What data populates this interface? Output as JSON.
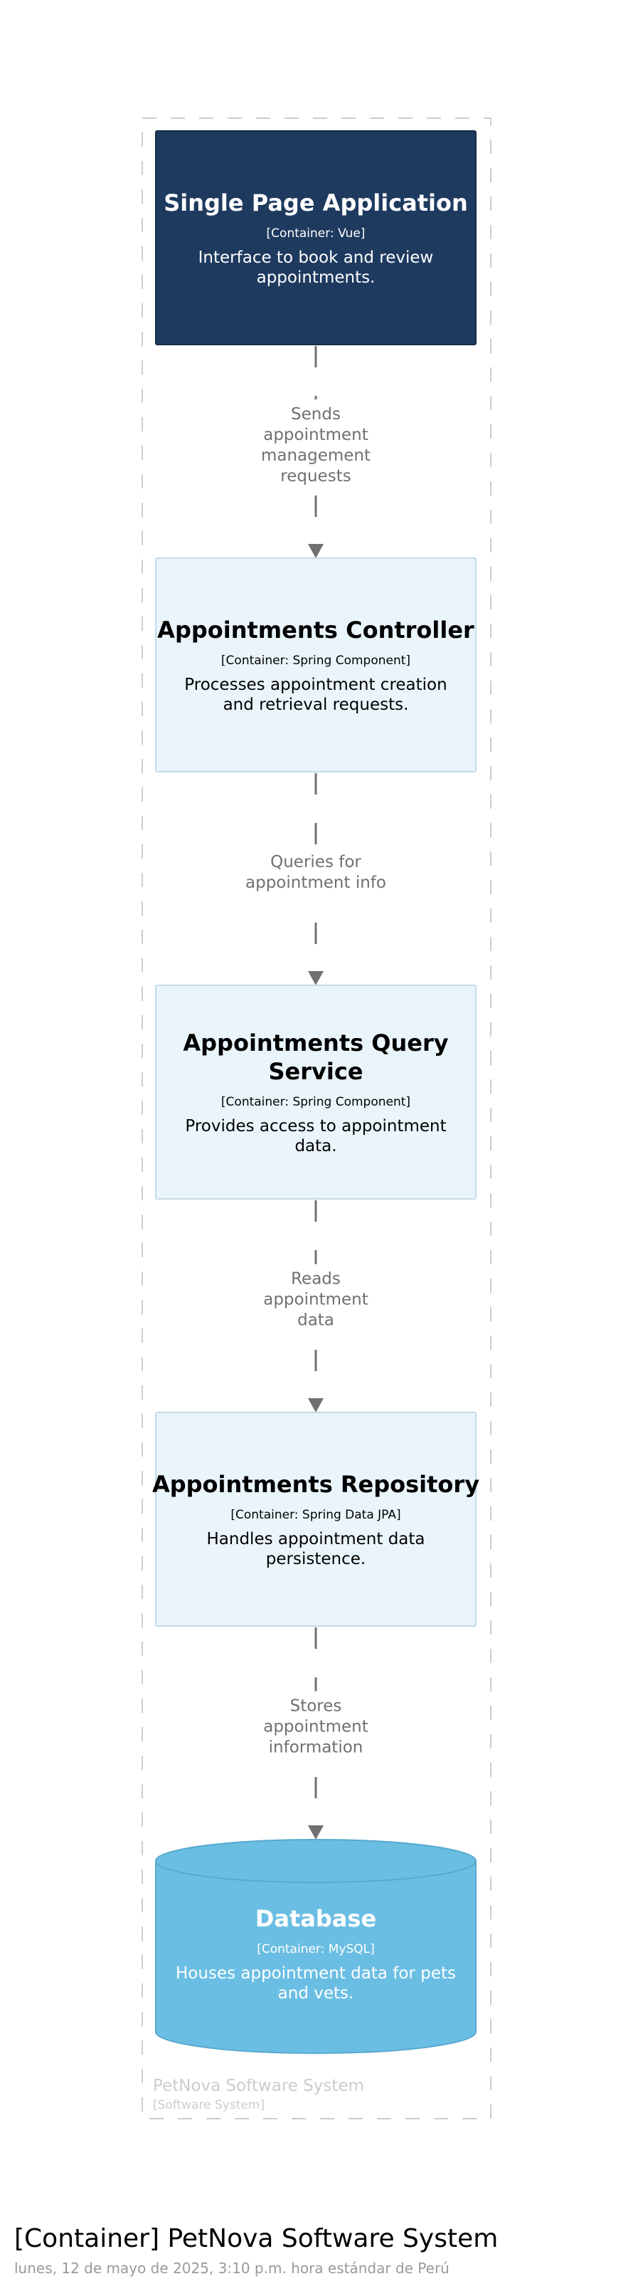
{
  "diagram": {
    "title": "[Container] PetNova Software System",
    "subtitle": "lunes, 12 de mayo de 2025, 3:10 p.m. hora estándar de Perú",
    "boundary": {
      "name": "PetNova Software System",
      "type": "[Software System]",
      "color": "#cccccc"
    },
    "nodes": [
      {
        "id": "spa",
        "title": [
          "Single Page Application"
        ],
        "technology": "[Container: Vue]",
        "description": [
          "Interface to book and review",
          "appointments."
        ],
        "shape": "box",
        "fill": "#1e3a5f",
        "stroke": "#152b45",
        "text_color": "#ffffff"
      },
      {
        "id": "controller",
        "title": [
          "Appointments Controller"
        ],
        "technology": "[Container: Spring Component]",
        "description": [
          "Processes appointment creation",
          "and retrieval requests."
        ],
        "shape": "box",
        "fill": "#eaf5fb",
        "stroke": "#c4dbe8",
        "text_color": "#000000"
      },
      {
        "id": "query-service",
        "title": [
          "Appointments Query",
          "Service"
        ],
        "technology": "[Container: Spring Component]",
        "description": [
          "Provides access to appointment",
          "data."
        ],
        "shape": "box",
        "fill": "#eaf5fb",
        "stroke": "#c4dbe8",
        "text_color": "#000000"
      },
      {
        "id": "repository",
        "title": [
          "Appointments Repository"
        ],
        "technology": "[Container: Spring Data JPA]",
        "description": [
          "Handles appointment data",
          "persistence."
        ],
        "shape": "box",
        "fill": "#eaf5fb",
        "stroke": "#c4dbe8",
        "text_color": "#000000"
      },
      {
        "id": "database",
        "title": [
          "Database"
        ],
        "technology": "[Container: MySQL]",
        "description": [
          "Houses appointment data for pets",
          "and vets."
        ],
        "shape": "cylinder",
        "fill": "#6bbee3",
        "stroke": "#58a9cf",
        "text_color": "#ffffff"
      }
    ],
    "edges": [
      {
        "from": "spa",
        "to": "controller",
        "label": [
          "Sends",
          "appointment",
          "management",
          "requests"
        ]
      },
      {
        "from": "controller",
        "to": "query-service",
        "label": [
          "Queries for",
          "appointment info"
        ]
      },
      {
        "from": "query-service",
        "to": "repository",
        "label": [
          "Reads",
          "appointment",
          "data"
        ]
      },
      {
        "from": "repository",
        "to": "database",
        "label": [
          "Stores",
          "appointment",
          "information"
        ]
      }
    ],
    "edge_color": "#707070"
  }
}
